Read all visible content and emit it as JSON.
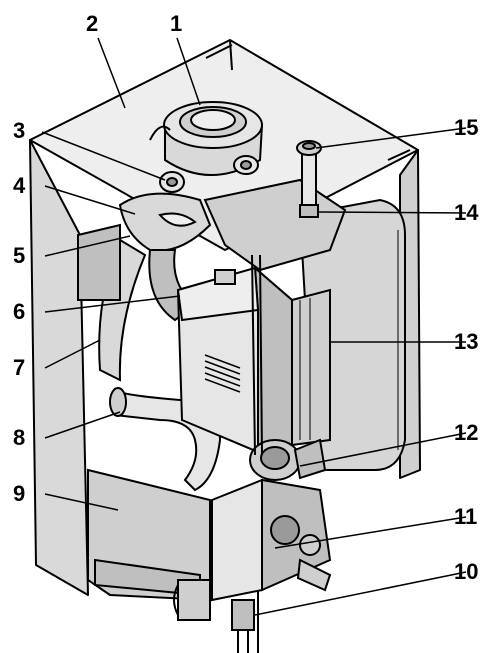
{
  "labels": {
    "n1": "1",
    "n2": "2",
    "n3": "3",
    "n4": "4",
    "n5": "5",
    "n6": "6",
    "n7": "7",
    "n8": "8",
    "n9": "9",
    "n10": "10",
    "n11": "11",
    "n12": "12",
    "n13": "13",
    "n14": "14",
    "n15": "15"
  },
  "colors": {
    "ink": "#000000",
    "body_fill": "#d9d9d9",
    "light_fill": "#eeeeee",
    "dark_fill": "#bfbfbf",
    "shadow_fill": "#9a9a9a",
    "background": "#ffffff"
  }
}
